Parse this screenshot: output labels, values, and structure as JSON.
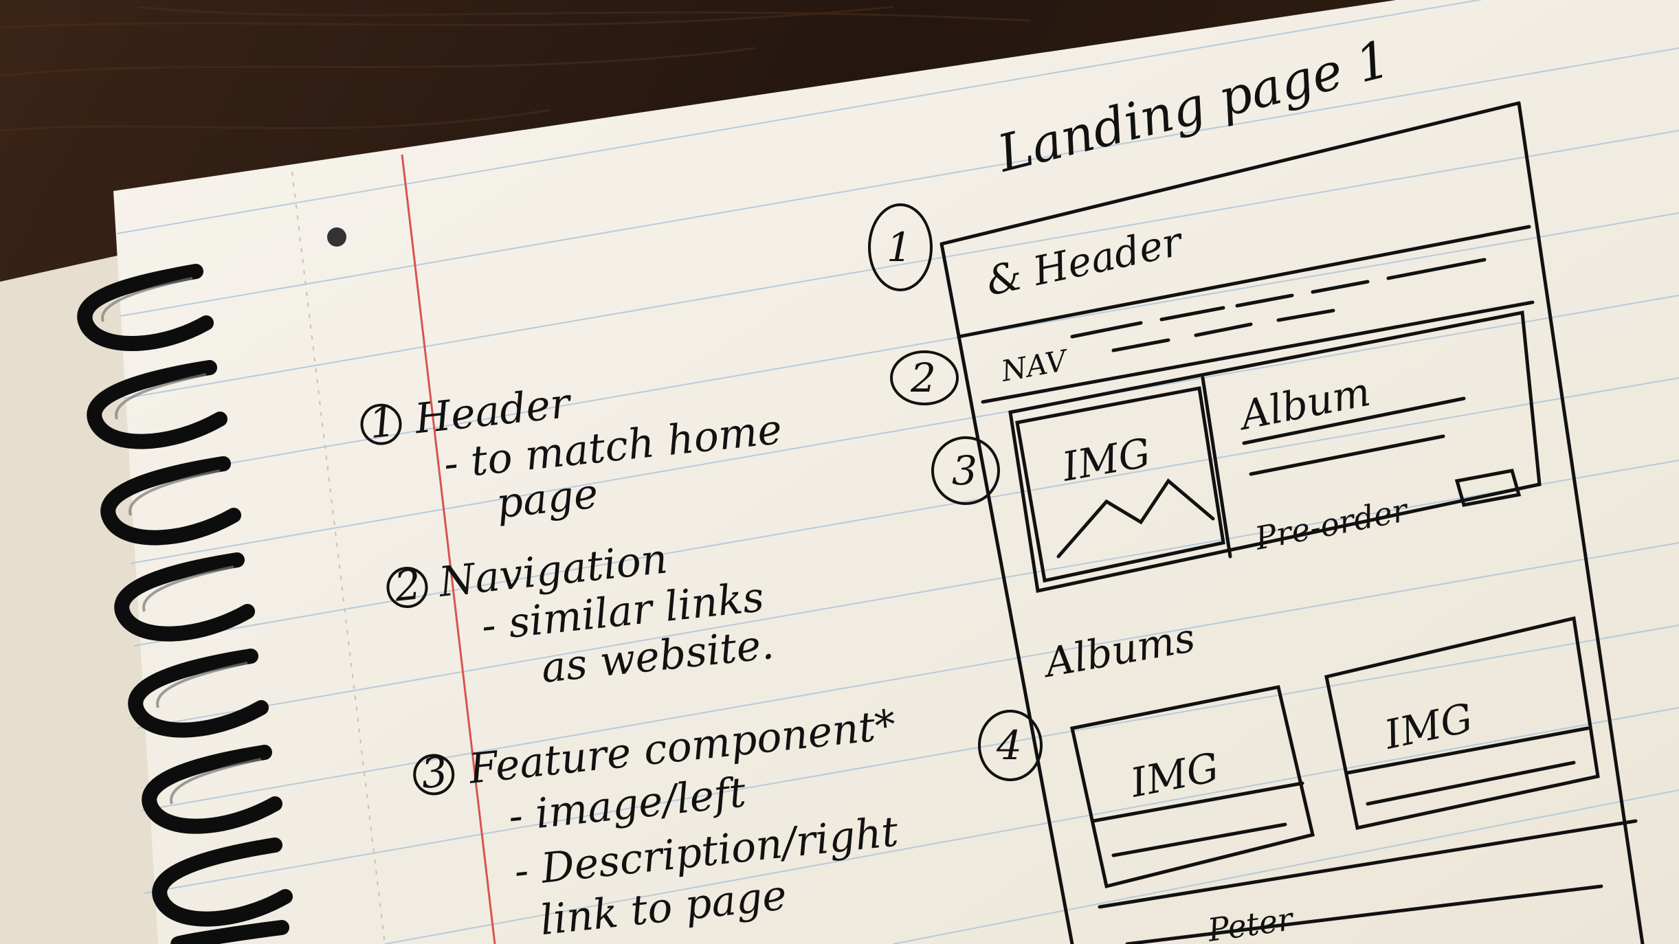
{
  "sketch": {
    "title": "Landing page 1",
    "notes": {
      "n1_num": "1",
      "n1_title": "Header",
      "n1_line1": "- to match home",
      "n1_line2": "page",
      "n2_num": "2",
      "n2_title": "Navigation",
      "n2_line1": "- similar links",
      "n2_line2": "as website.",
      "n3_num": "3",
      "n3_title": "Feature component*",
      "n3_line1": "- image/left",
      "n3_line2": "- Description/right",
      "n3_line3": "link to page"
    },
    "wireframe": {
      "marker1": "1",
      "header_label": "& Header",
      "marker2": "2",
      "nav_label": "NAV",
      "marker3": "3",
      "feature_img": "IMG",
      "feature_title": "Album",
      "preorder_label": "Pre-order",
      "albums_label": "Albums",
      "marker4": "4",
      "card1_img": "IMG",
      "card2_img": "IMG",
      "footer_label": "Peter"
    }
  },
  "colors": {
    "wood": "#2a1b12",
    "paper": "#f4f1ea",
    "rule_line": "#a9c3d8",
    "margin_line": "#d9534f",
    "ink": "#111111",
    "spiral": "#0d0d0d"
  }
}
